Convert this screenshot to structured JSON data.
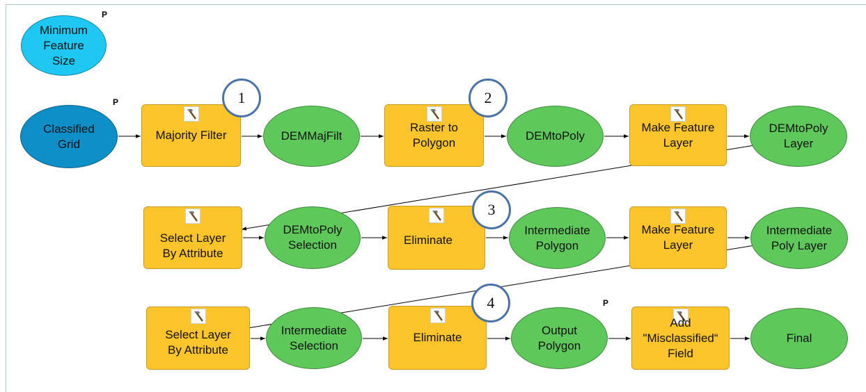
{
  "colors": {
    "tool": "#fcc42b",
    "data": "#5ec85b",
    "param_light": "#1ec8f2",
    "param_dark": "#0f8fc8",
    "step_ring": "#4a72a8"
  },
  "param_marker": "P",
  "icon": "hammer-icon",
  "nodes": {
    "minimum_feature_size": {
      "label": "Minimum\nFeature\nSize"
    },
    "classified_grid": {
      "label": "Classified\nGrid"
    },
    "majority_filter": {
      "label": "Majority Filter"
    },
    "demmajfilt": {
      "label": "DEMMajFilt"
    },
    "raster_to_polygon": {
      "label": "Raster to\nPolygon"
    },
    "demtopoly": {
      "label": "DEMtoPoly"
    },
    "make_feature_layer_1": {
      "label": "Make Feature\nLayer"
    },
    "demtopoly_layer": {
      "label": "DEMtoPoly\nLayer"
    },
    "select_layer_by_attribute_1": {
      "label": "Select Layer\nBy Attribute"
    },
    "demtopoly_selection": {
      "label": "DEMtoPoly\nSelection"
    },
    "eliminate_1": {
      "label": "Eliminate"
    },
    "intermediate_polygon": {
      "label": "Intermediate\nPolygon"
    },
    "make_feature_layer_2": {
      "label": "Make Feature\nLayer"
    },
    "intermediate_poly_layer": {
      "label": "Intermediate\nPoly Layer"
    },
    "select_layer_by_attribute_2": {
      "label": "Select Layer\nBy Attribute"
    },
    "intermediate_selection": {
      "label": "Intermediate\nSelection"
    },
    "eliminate_2": {
      "label": "Eliminate"
    },
    "output_polygon": {
      "label": "Output\nPolygon"
    },
    "add_misclassified_field": {
      "label": "Add\n\"Misclassified“\nField"
    },
    "final": {
      "label": "Final"
    }
  },
  "steps": [
    "1",
    "2",
    "3",
    "4"
  ]
}
